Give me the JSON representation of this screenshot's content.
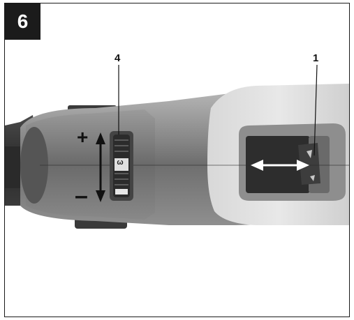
{
  "figure": {
    "number": "6",
    "callouts": [
      {
        "label": "4",
        "target": "speed-preselection-wheel"
      },
      {
        "label": "1",
        "target": "rotation-direction-switch"
      }
    ],
    "wheel_signs": {
      "plus": "+",
      "minus": "–"
    },
    "wheel_glyph": "ω",
    "arrow_colors": {
      "vertical": "#111111",
      "horizontal": "#ffffff"
    }
  }
}
